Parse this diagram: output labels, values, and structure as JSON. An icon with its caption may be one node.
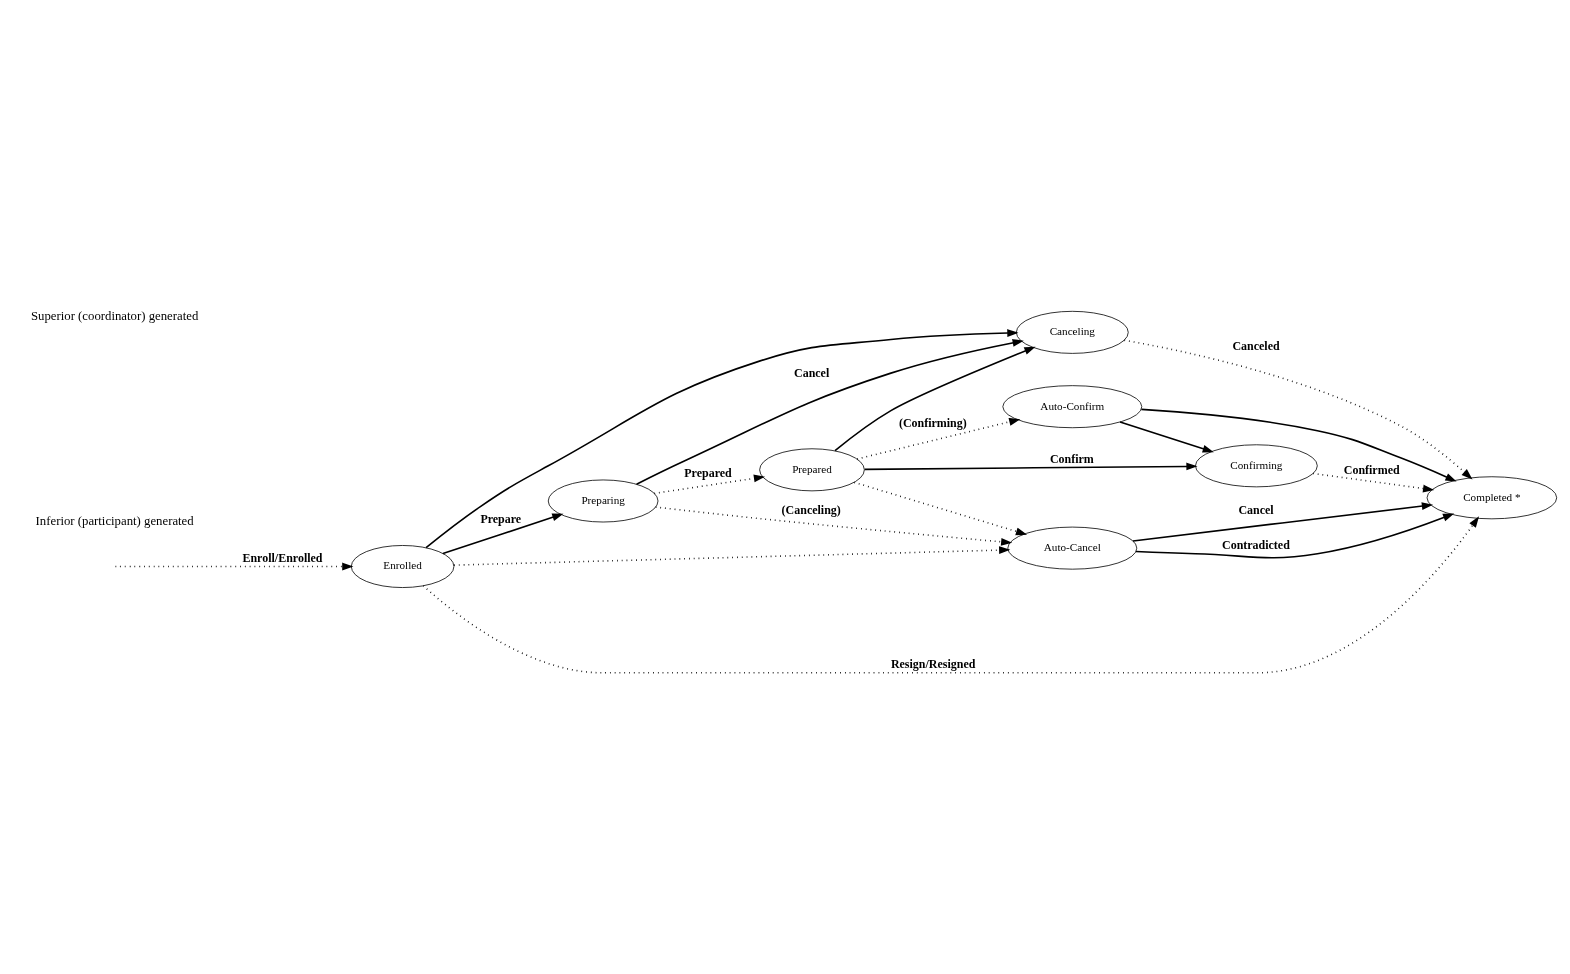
{
  "diagram": {
    "nodes": [
      {
        "text": [
          "Canceling"
        ]
      },
      {
        "text": [
          "Enrolled"
        ]
      },
      {
        "text": [
          "Preparing"
        ]
      },
      {
        "text": [
          "Prepared"
        ]
      },
      {
        "text": [
          "Confirming"
        ]
      },
      {
        "text": [
          "Completed *"
        ]
      },
      {
        "text": [
          "Auto-Confirm"
        ]
      },
      {
        "text": [
          "Auto-Cancel"
        ]
      }
    ],
    "edges": [
      {
        "from": null,
        "to": 1,
        "arrow": "to",
        "style": "dashed",
        "label": "Enroll/Enrolled"
      },
      {
        "from": 1,
        "to": 0,
        "arrow": "to"
      },
      {
        "from": 2,
        "to": 0,
        "arrow": "to",
        "label": "Cancel"
      },
      {
        "from": 3,
        "to": 0,
        "arrow": "to"
      },
      {
        "from": 0,
        "to": 5,
        "arrow": "to",
        "style": "dashed",
        "label": "Canceled"
      },
      {
        "from": 1,
        "to": 5,
        "arrow": "to",
        "style": "dashed",
        "label": "Resign/Resigned"
      },
      {
        "from": 1,
        "to": 2,
        "arrow": "to",
        "label": "Prepare"
      },
      {
        "from": 2,
        "to": 3,
        "arrow": "to",
        "style": "dashed",
        "label": "Prepared"
      },
      {
        "from": 3,
        "to": 4,
        "arrow": "to",
        "label": "Confirm"
      },
      {
        "from": 4,
        "to": 5,
        "arrow": "to",
        "style": "dashed",
        "label": "Confirmed"
      },
      {
        "from": 3,
        "to": 6,
        "arrow": "to",
        "style": "dashed",
        "label": "(Confirming)"
      },
      {
        "from": 6,
        "to": 4,
        "arrow": "to"
      },
      {
        "from": 6,
        "to": 5,
        "arrow": "to"
      },
      {
        "from": 7,
        "to": 5,
        "arrow": "to",
        "label": "Cancel"
      },
      {
        "from": 7,
        "to": 5,
        "arrow": "to",
        "label": "Contradicted"
      },
      {
        "from": 1,
        "to": 7,
        "arrow": "to",
        "style": "dashed"
      },
      {
        "from": 2,
        "to": 7,
        "arrow": "to",
        "style": "dashed",
        "label": "(Canceling)"
      },
      {
        "from": 3,
        "to": 7,
        "arrow": "to",
        "style": "dashed"
      }
    ],
    "legend": [
      {
        "text": "Superior (coordinator) generated"
      },
      {
        "text": "Inferior (participant) generated"
      }
    ]
  }
}
